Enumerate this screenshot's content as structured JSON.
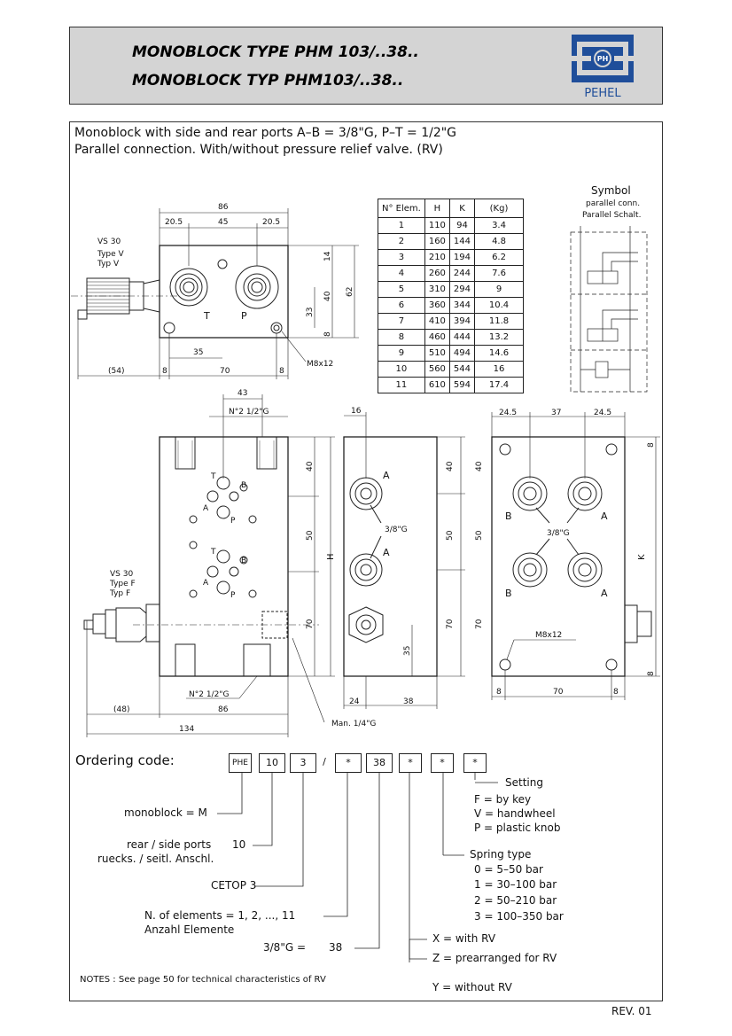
{
  "header": {
    "title_line1": "MONOBLOCK TYPE PHM 103/..38..",
    "title_line2": "MONOBLOCK TYP PHM103/..38..",
    "logo_text": "PEHEL",
    "logo_mark": "PH",
    "brand_color": "#1f4e9a"
  },
  "intro": {
    "line1": "Monoblock with side and rear ports A–B = 3/8\"G, P–T = 1/2\"G",
    "line2": "Parallel connection. With/without pressure relief valve. (RV)"
  },
  "element_table": {
    "headers": [
      "N° Elem.",
      "H",
      "K",
      "(Kg)"
    ],
    "rows": [
      [
        "1",
        "110",
        "94",
        "3.4"
      ],
      [
        "2",
        "160",
        "144",
        "4.8"
      ],
      [
        "3",
        "210",
        "194",
        "6.2"
      ],
      [
        "4",
        "260",
        "244",
        "7.6"
      ],
      [
        "5",
        "310",
        "294",
        "9"
      ],
      [
        "6",
        "360",
        "344",
        "10.4"
      ],
      [
        "7",
        "410",
        "394",
        "11.8"
      ],
      [
        "8",
        "460",
        "444",
        "13.2"
      ],
      [
        "9",
        "510",
        "494",
        "14.6"
      ],
      [
        "10",
        "560",
        "544",
        "16"
      ],
      [
        "11",
        "610",
        "594",
        "17.4"
      ]
    ]
  },
  "symbol": {
    "title": "Symbol",
    "sub1": "parallel conn.",
    "sub2": "Parallel Schalt."
  },
  "top_view": {
    "vs30": "VS 30",
    "typeV1": "Type V",
    "typeV2": "Typ V",
    "d86": "86",
    "d20a": "20.5",
    "d45": "45",
    "d20b": "20.5",
    "d14": "14",
    "d40": "40",
    "d62": "62",
    "d33": "33",
    "d8": "8",
    "d35": "35",
    "d54": "(54)",
    "d8a": "8",
    "d70": "70",
    "d8b": "8",
    "m8": "M8x12",
    "portT": "T",
    "portP": "P"
  },
  "front_view": {
    "d43": "43",
    "n2top": "N°2 1/2\"G",
    "n2bot": "N°2 1/2\"G",
    "d40": "40",
    "d50": "50",
    "d70": "70",
    "H": "H",
    "vs30": "VS 30",
    "typeF1": "Type F",
    "typeF2": "Typ F",
    "d48": "(48)",
    "d86": "86",
    "d134": "134",
    "man": "Man. 1/4\"G",
    "T": "T",
    "B": "B",
    "A": "A",
    "P": "P"
  },
  "side_view": {
    "d16": "16",
    "A": "A",
    "g38": "3/8\"G",
    "d40": "40",
    "d50": "50",
    "d70": "70",
    "d35": "35",
    "d24": "24",
    "d38": "38"
  },
  "rear_view": {
    "d24a": "24.5",
    "d37": "37",
    "d24b": "24.5",
    "d8": "8",
    "d40": "40",
    "d50": "50",
    "d70": "70",
    "K": "K",
    "B": "B",
    "A": "A",
    "g38": "3/8\"G",
    "m8": "M8x12",
    "d8b": "8",
    "d70b": "70",
    "d8c": "8"
  },
  "ordering": {
    "title": "Ordering code:",
    "boxes": [
      "PHE",
      "10",
      "3",
      "/",
      "*",
      "38",
      "*",
      "*",
      "*"
    ],
    "monoblock": "monoblock = M",
    "rear_side": "rear / side ports",
    "rear_side_val": "10",
    "ruecks": "ruecks. / seitl. Anschl.",
    "cetop": "CETOP 3",
    "n_elem": "N.   of elements = 1, 2, ..., 11",
    "anzahl": "Anzahl Elemente",
    "g38": "3/8\"G =",
    "g38_val": "38",
    "setting": "Setting",
    "setting_opts": [
      "F  =  by key",
      "V  =  handwheel",
      "P  =  plastic knob"
    ],
    "spring": "Spring type",
    "spring_opts": [
      "0  =  5–50 bar",
      "1  =  30–100 bar",
      "2  =  50–210 bar",
      "3  =  100–350 bar"
    ],
    "rv": [
      "X  =  with RV",
      "Z  =  prearranged for RV",
      "Y  =  without RV"
    ],
    "notes": "NOTES : See page 50 for technical characteristics of RV"
  },
  "rev": "REV. 01"
}
